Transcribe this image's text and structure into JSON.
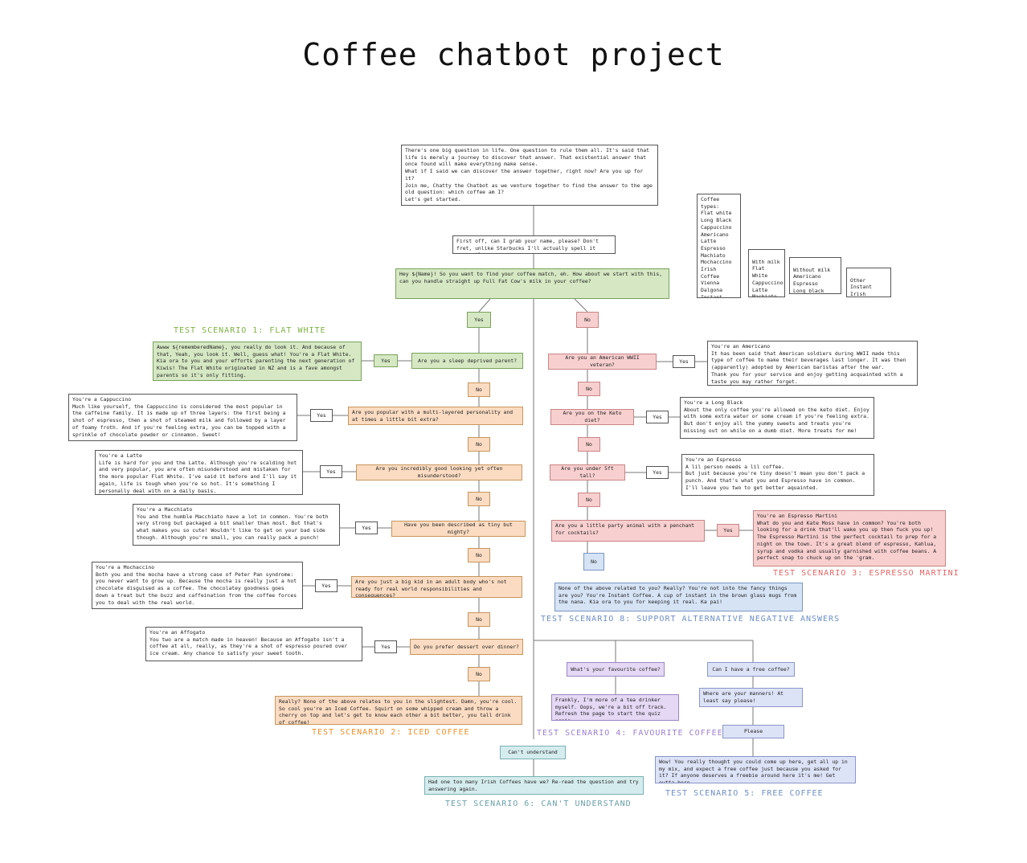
{
  "title": "Coffee chatbot project",
  "colors": {
    "green": "#d5e8c3",
    "orange": "#fbdcc2",
    "red": "#f8cfcf",
    "blue": "#d5e3f5",
    "purple": "#e4d8f4",
    "teal": "#d5ecee",
    "label_green": "#7cb342",
    "label_orange": "#f0902a",
    "label_red": "#e06666",
    "label_blue": "#6d8fc7",
    "label_purple": "#9c7fd0",
    "label_teal": "#6aa0a8"
  },
  "intro": "There's one big question in life. One question to rule them all. It's said that life is merely a journey to discover that answer. That existential answer that once found will make everything make sense.\nWhat if I said we can discover the answer together, right now? Are you up for it?\nJoin me, Chatty the Chatbot as we venture together to find the answer to the age old question: which coffee am I?\nLet's get started.",
  "ask_name": "First off, can I grab your name, please? Don't fret, unlike Starbucks I'll actually spell it correctly.",
  "milk_question": "Hey ${Name}! So you want to find your coffee match, eh. How about we start with this, can you handle straight up Full Fat Cow's milk in your coffee?",
  "yes": "Yes",
  "no": "No",
  "left_questions": [
    "Are you a sleep deprived parent?",
    "Are you popular with a multi-layered personality and at times a little bit extra?",
    "Are you incredibly good looking yet often misunderstood?",
    "Have you been described as tiny but mighty?",
    "Are you just a big kid in an adult body who's not ready for real world responsibilities and consequences?",
    "Do you prefer dessert over dinner?"
  ],
  "left_results": [
    "Awww ${rememberedName}, you really do look it. And because of that, Yeah, you look it. Well, guess what! You're a Flat White.\nKia ora to you and your efforts parenting the next generation of Kiwis! The Flat White originated in NZ and is a fave amongst parents so it's only fitting.",
    "You're a Cappuccino\nMuch like yourself, the Cappuccino is considered the most popular in the caffeine family. It is made up of three layers: the first being a shot of espresso, then a shot of steamed milk and followed by a layer of foamy froth. And if you're feeling extra, you can be topped with a sprinkle of chocolate powder or cinnamon. Sweet!",
    "You're a Latte\nLife is hard for you and the Latte. Although you're scalding hot and very popular, you are often misunderstood and mistaken for the more popular Flat White. I've said it before and I'll say it again, life is tough when you're so hot. It's something I personally deal with on a daily basis.",
    "You're a Macchiato\nYou and the humble Macchiato have a lot in common. You're both very strong but packaged a bit smaller than most. But that's what makes you so cute! Wouldn't like to get on your bad side though. Although you're small, you can really pack a punch!",
    "You're a Mochaccino\nBoth you and the mocha have a strong case of Peter Pan syndrome: you never want to grow up. Because the mocha is really just a hot chocolate disguised as a coffee. The chocolatey goodness goes down a treat but the buzz and caffeination from the coffee forces you to deal with the real world.",
    "You're an Affogato\nYou two are a match made in heaven! Because an Affogato isn't a coffee at all, really, as they're a shot of espresso poured over ice cream. Any chance to satisfy your sweet tooth."
  ],
  "iced_coffee": "Really? None of the above relates to you in the slightest. Damn, you're cool. So cool you're an Iced Coffee. Squirt on some whipped cream and throw a cherry on top and let's get to know each other a bit better, you tall drink of coffee!",
  "right_questions": [
    "Are you an American WWII veteran?",
    "Are you on the Keto diet?",
    "Are you under 5ft tall?",
    "Are you a little party animal with a penchant for cocktails?"
  ],
  "right_results": [
    "You're an Americano\nIt has been said that American soldiers during WWII made this type of coffee to make their beverages last longer. It was then (apparently) adopted by American baristas after the war.\nThank you for your service and enjoy getting acquainted with a taste you may rather forget.",
    "You're a Long Black\nAbout the only coffee you're allowed on the keto diet. Enjoy with some extra water or some cream if you're feeling extra.\nBut don't enjoy all the yummy sweets and treats you're missing out on while on a dumb diet. More treats for me!",
    "You're an Espresso\nA lil person needs a lil coffee.\nBut just because you're tiny doesn't mean you don't pack a punch. And that's what you and Espresso have in common. I'll leave you two to get better aquainted.",
    "You're an Espresso Martini\nWhat do you and Kate Moss have in common? You're both looking for a drink that'll wake you up then fuck you up! The Espresso Martini is the perfect cocktail to prep for a night on the town. It's a great blend of espresso, Kahlua, syrup and vodka and usually garnished with coffee beans. A perfect snap to chuck up on the 'gram."
  ],
  "instant_coffee": "None of the above related to you? Really? You're not into the fancy things are you? You're Instant Coffee. A cup of instant in the brown glass mugs from the nana. Kia ora to you for keeping it real. Ka pai!",
  "favourite_q": "What's your favourite coffee?",
  "favourite_a": "Frankly, I'm more of a tea drinker myself. Oops, we're a bit off track. Refresh the page to start the quiz again.",
  "free_q": "Can I have a free coffee?",
  "manners": "Where are your manners! At least say please!",
  "please": "Please",
  "free_a": "Wow! You really thought you could come up here, get all up in my mix, and expect a free coffee just because you asked for it? If anyone deserves a freebie around here it's me! Get outta here.",
  "cant_understand": "Can't understand",
  "cant_understand_reply": "Had one too many Irish Coffees have we? Re-read the question and try answering again.",
  "scenario_labels": {
    "s1": "TEST SCENARIO 1: FLAT WHITE",
    "s2": "TEST SCENARIO 2: ICED COFFEE",
    "s3": "TEST SCENARIO 3: ESPRESSO MARTINI",
    "s4": "TEST SCENARIO 4: FAVOURITE COFFEE",
    "s5": "TEST SCENARIO 5: FREE COFFEE",
    "s6": "TEST SCENARIO 6: CAN'T UNDERSTAND",
    "s8": "TEST SCENARIO 8: SUPPORT ALTERNATIVE NEGATIVE ANSWERS"
  },
  "lists": {
    "types": "Coffee types:\nFlat white\nLong Black\nCappuccino\nAmericano\nLatte\nEspresso\nMachiato\nMochaccino\nIrish Coffee\nVienna\nDalgona\nInstant\nAffogato",
    "with_milk_title": "With milk",
    "with_milk": "Flat White\nCappuccino\nLatte\nMachiato\nMochaccino\nAffogato",
    "without_milk_title": "Without milk",
    "without_milk": "Americano\nEspresso\nLong black\nEspresso Martini",
    "other_title": "Other",
    "other": "Instant\nIrish Coffee\nFilter"
  }
}
